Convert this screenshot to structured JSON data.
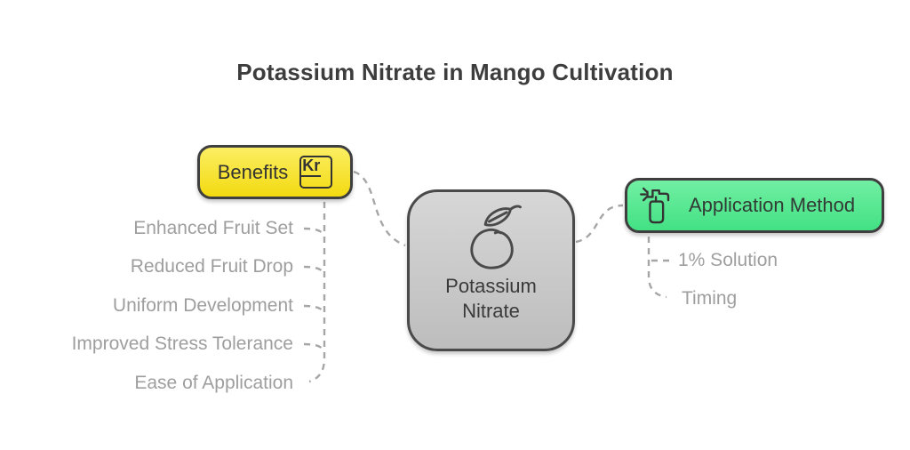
{
  "title": "Potassium Nitrate in Mango Cultivation",
  "center_node": {
    "label": "Potassium Nitrate",
    "icon": "mango-icon"
  },
  "benefits_branch": {
    "label": "Benefits",
    "element_symbol": "Kr",
    "icon": "element-symbol-icon",
    "items": [
      "Enhanced Fruit Set",
      "Reduced Fruit Drop",
      "Uniform Development",
      "Improved Stress Tolerance",
      "Ease of Application"
    ]
  },
  "application_branch": {
    "label": "Application Method",
    "icon": "spray-bottle-icon",
    "items": [
      "1% Solution",
      "Timing"
    ]
  },
  "colors": {
    "benefits_fill": "#F3DA10",
    "application_fill": "#43E184",
    "center_fill": "#BDBDBD",
    "connector": "#A6A6A6",
    "leaf_text": "#9E9E9E",
    "title_text": "#3D3D3D"
  }
}
